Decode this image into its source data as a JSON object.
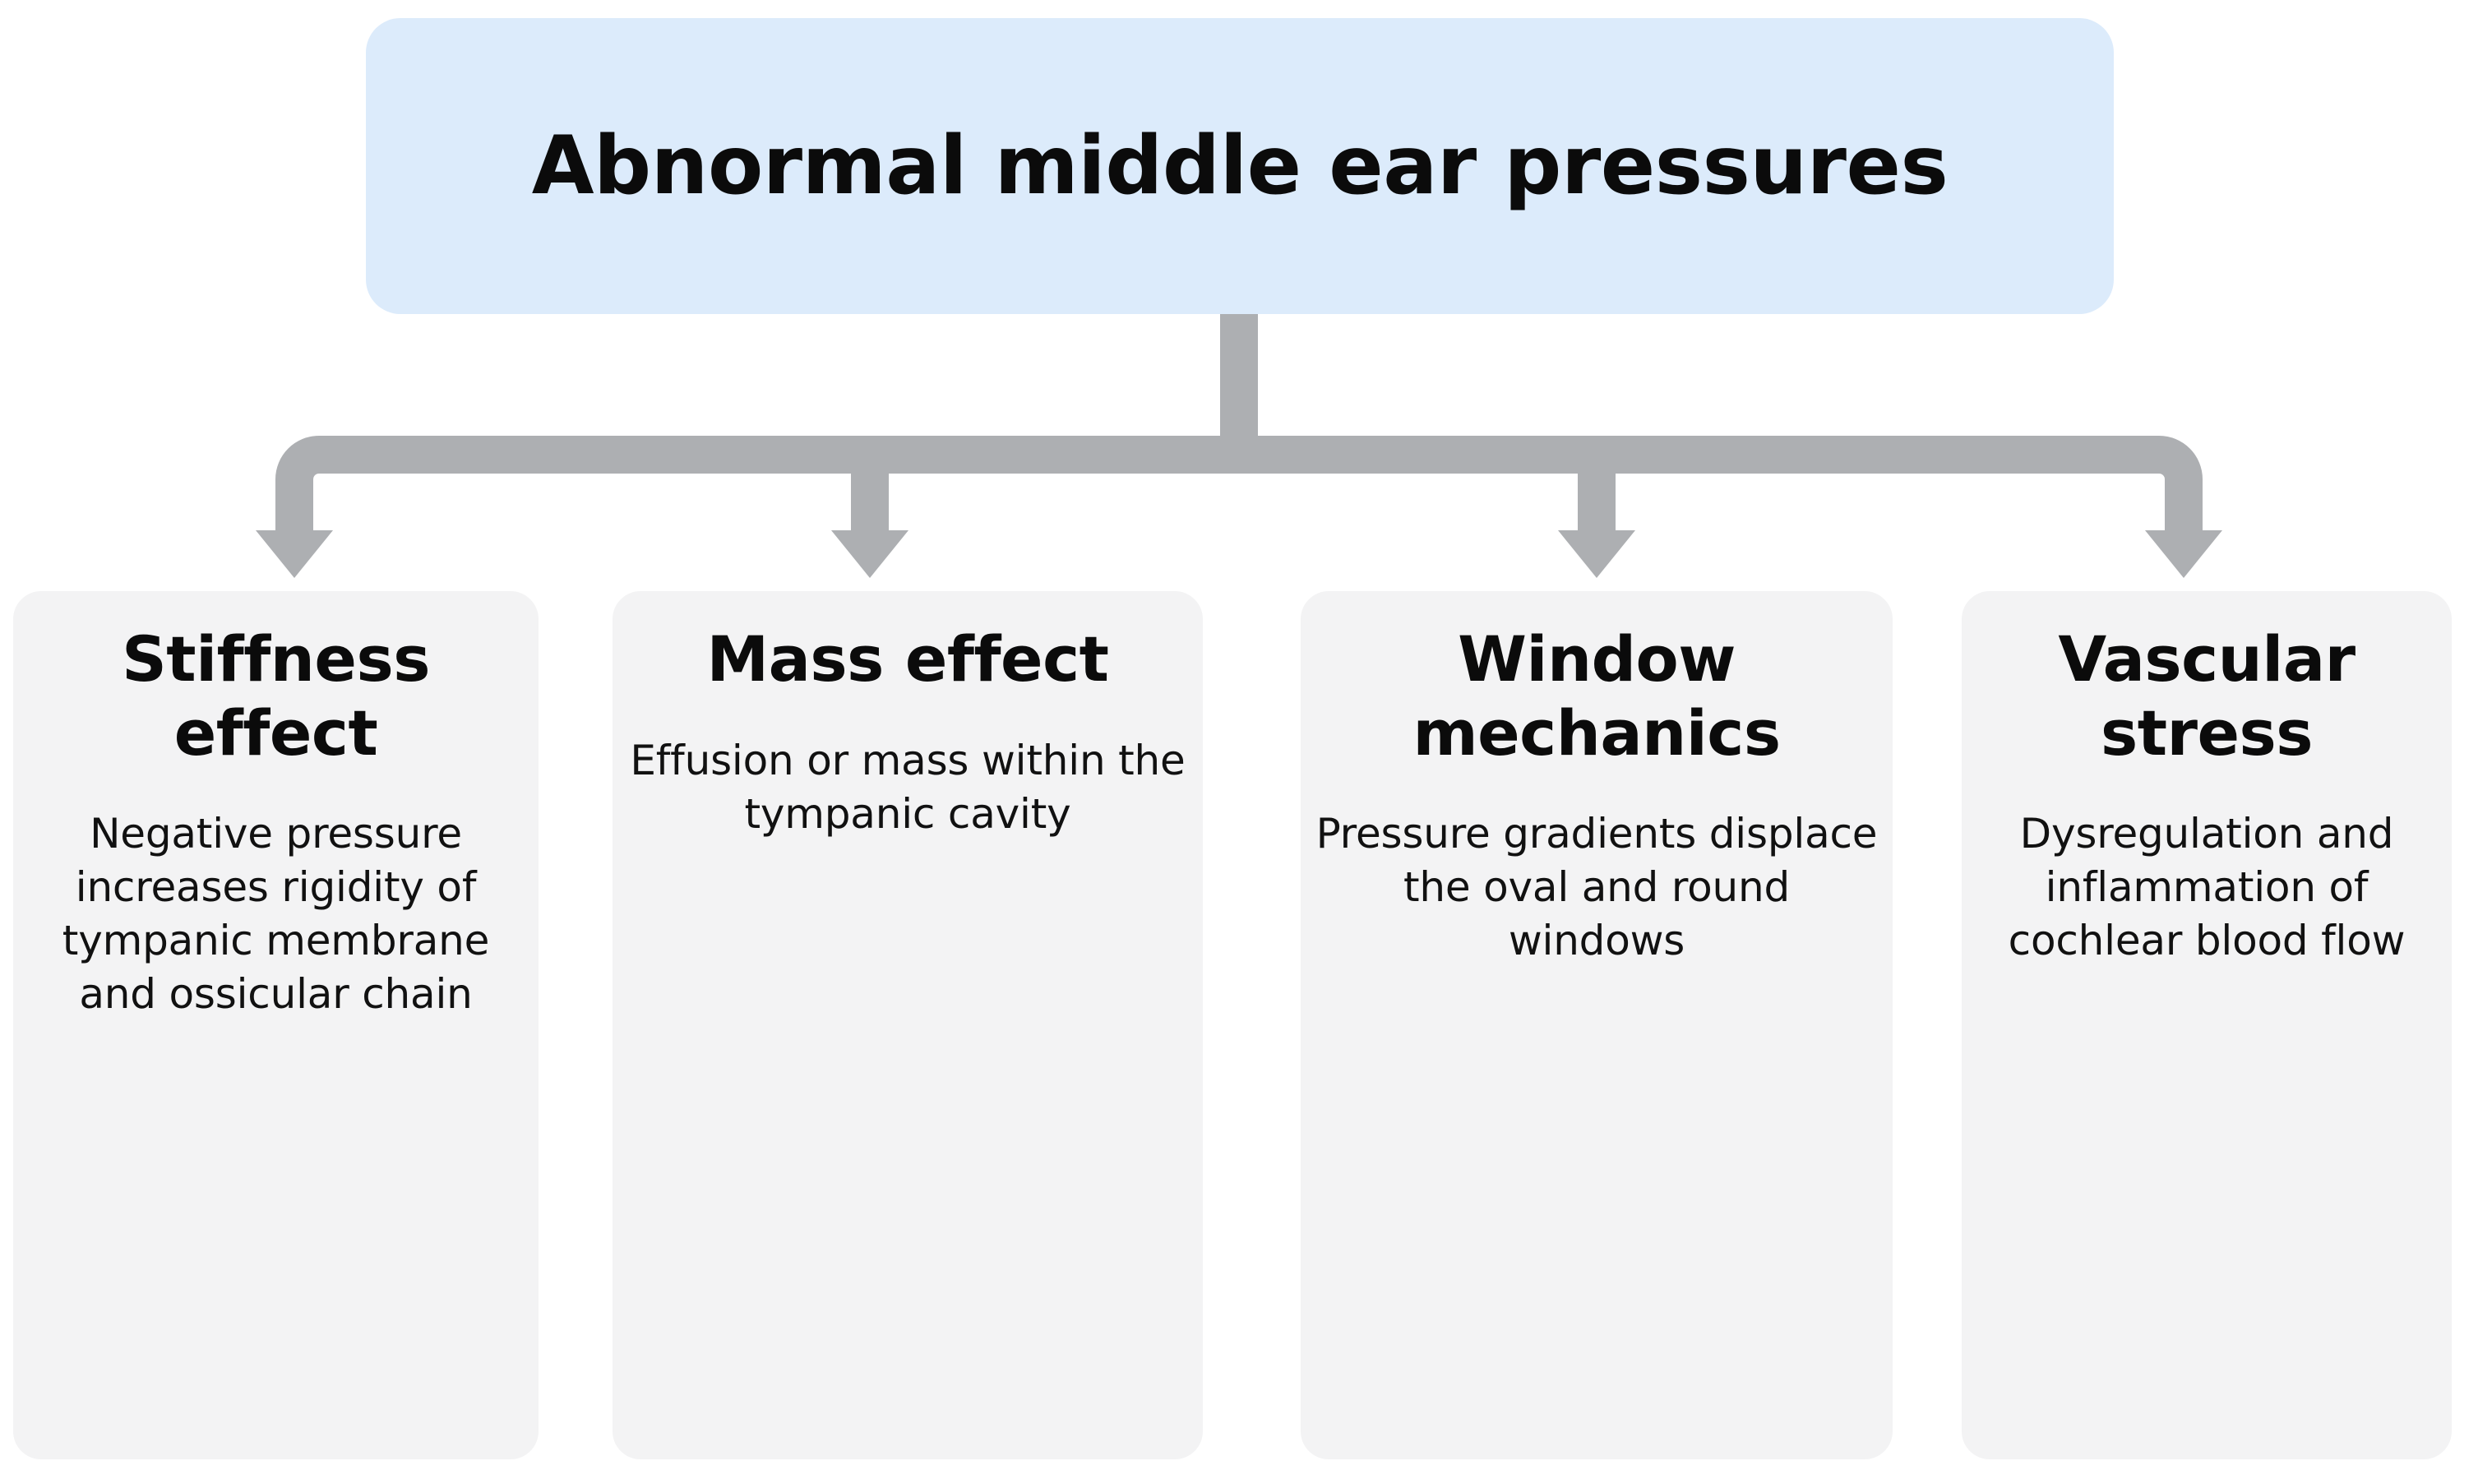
{
  "figure": {
    "kind": "hierarchy-flowchart",
    "orientation": "top-down",
    "root": {
      "label": "Abnormal middle ear pressures",
      "fill_color": "#DCEBFB",
      "text_color": "#0B0B0B"
    },
    "connector": {
      "color": "#ADAFB2",
      "arrowhead": "solid-triangle-down",
      "branch_count": 4
    },
    "children": [
      {
        "title": "Stiffness effect",
        "body": "Negative pressure increases rigidity of tympanic membrane and ossicular chain",
        "fill_color": "#F3F3F4"
      },
      {
        "title": "Mass effect",
        "body": "Effusion or mass within the tympanic cavity",
        "fill_color": "#F3F3F4"
      },
      {
        "title": "Window mechanics",
        "body": "Pressure gradients displace the oval and round windows",
        "fill_color": "#F3F3F4"
      },
      {
        "title": "Vascular stress",
        "body": "Dysregulation and inflammation of cochlear blood flow",
        "fill_color": "#F3F3F4"
      }
    ]
  }
}
